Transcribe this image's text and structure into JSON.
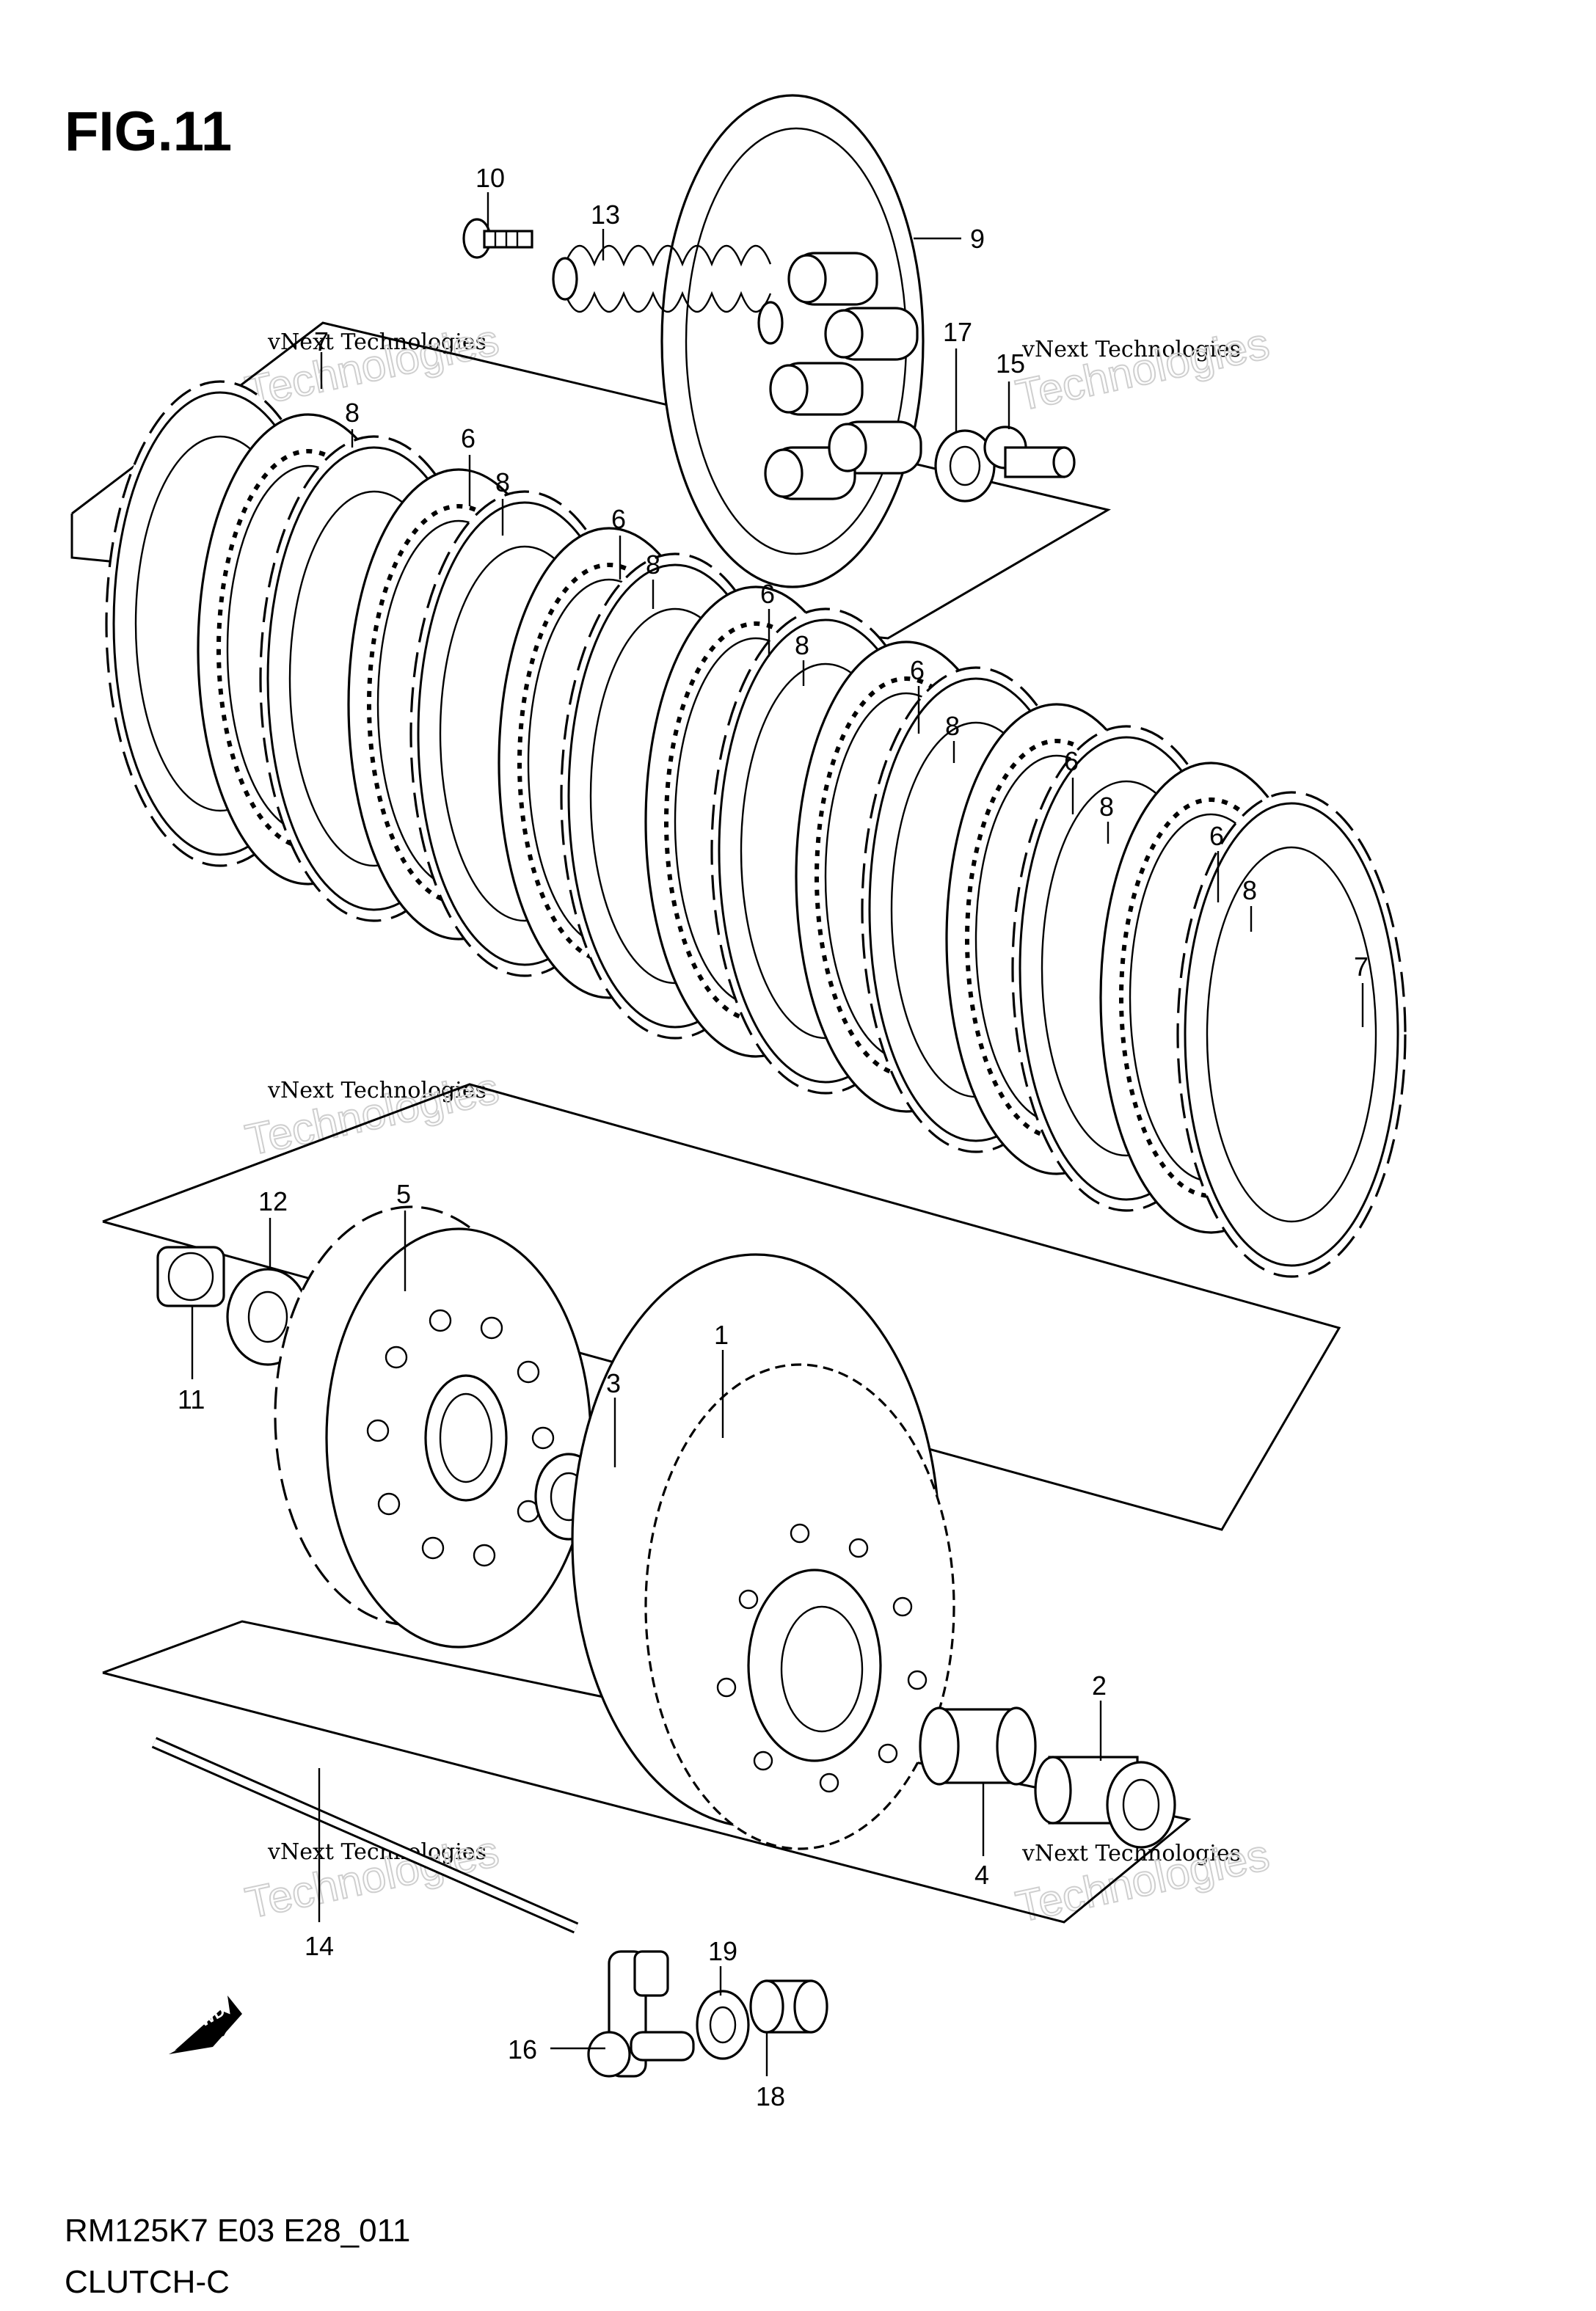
{
  "figure": {
    "title": "FIG.11"
  },
  "footer": {
    "model_code": "RM125K7 E03 E28_011",
    "section_name": "CLUTCH-C"
  },
  "fwd_label": "FWD",
  "watermark": {
    "line1": "vNext Technologies",
    "line2": "Technologies"
  },
  "callouts": {
    "c10": "10",
    "c13": "13",
    "c9": "9",
    "c17": "17",
    "c15": "15",
    "c7a": "7",
    "c8a": "8",
    "c6a": "6",
    "c8b": "8",
    "c6b": "6",
    "c8c": "8",
    "c6c": "6",
    "c8d": "8",
    "c6d": "6",
    "c8e": "8",
    "c6e": "6",
    "c8f": "8",
    "c6f": "6",
    "c8g": "8",
    "c7b": "7",
    "c12": "12",
    "c5": "5",
    "c11": "11",
    "c3": "3",
    "c1": "1",
    "c2": "2",
    "c4": "4",
    "c14": "14",
    "c19": "19",
    "c16": "16",
    "c18": "18"
  }
}
